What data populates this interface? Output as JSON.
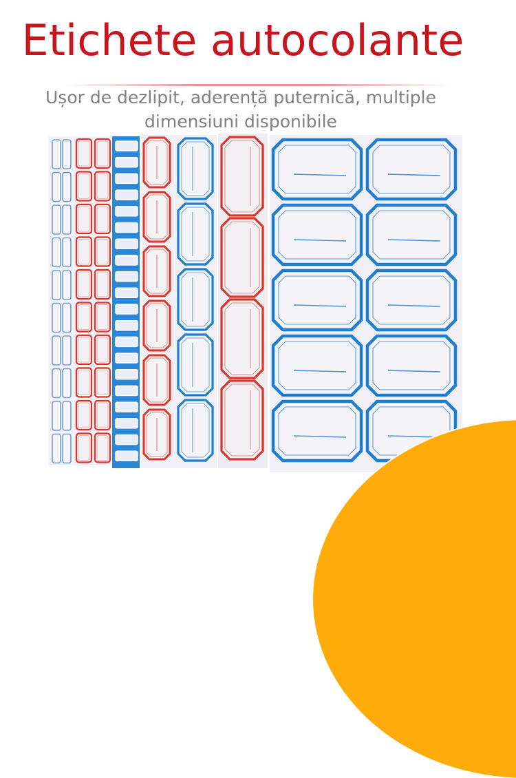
{
  "header": {
    "title": "Etichete autocolante",
    "subtitle_line1": "Ușor de dezlipit, aderență puternică, multiple",
    "subtitle_line2": "dimensiuni disponibile"
  },
  "colors": {
    "title": "#c8141c",
    "subtitle": "#808080",
    "label_red": "#d9352c",
    "label_blue": "#1e7fd0",
    "label_light_blue": "#6f9fd6",
    "accent_orange": "#ffac0a",
    "sheet_background": "#f1f0f5"
  },
  "product": {
    "sheets": [
      {
        "name": "small-blue-vertical",
        "color": "blue-light",
        "columns": 2,
        "rows": 10
      },
      {
        "name": "small-red-vertical",
        "color": "red",
        "columns": 2,
        "rows": 10
      },
      {
        "name": "mini-blue-horizontal",
        "color": "blue",
        "columns": 1,
        "rows": 20
      },
      {
        "name": "medium-red-vertical",
        "color": "red",
        "columns": 1,
        "rows": 6
      },
      {
        "name": "medium-blue-vertical",
        "color": "blue",
        "columns": 1,
        "rows": 5
      },
      {
        "name": "large-red-vertical",
        "color": "red",
        "columns": 1,
        "rows": 4
      },
      {
        "name": "large-blue-horizontal",
        "color": "blue",
        "columns": 2,
        "rows": 5
      }
    ]
  }
}
